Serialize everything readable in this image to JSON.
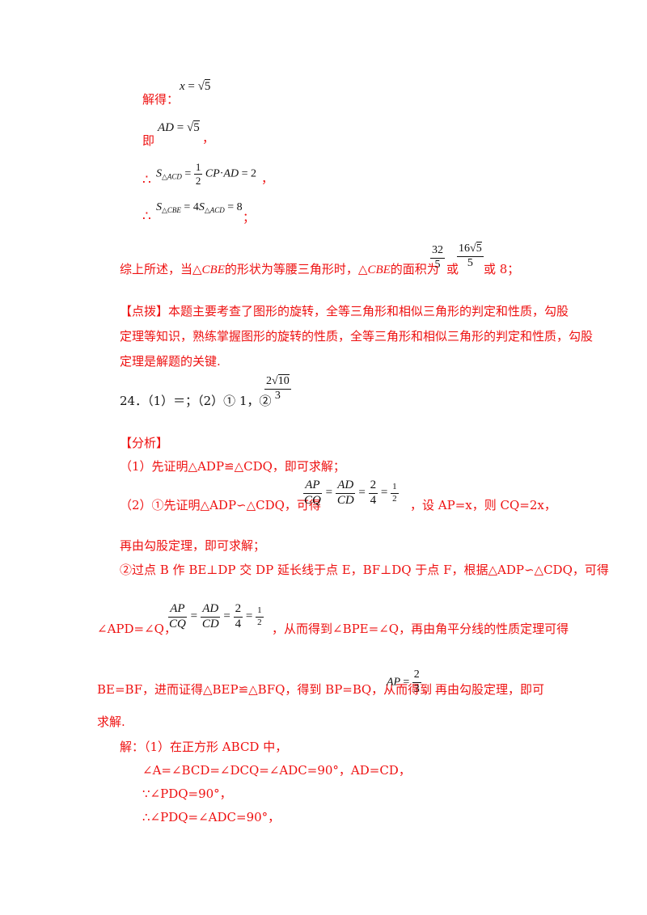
{
  "lines": {
    "l1_prefix": "解得：",
    "l1_math": "x = √5",
    "l2_prefix": "即",
    "l2_math": "AD = √5",
    "l2_suffix": "，",
    "l3_prefix": "∴",
    "l3_math": "S△ACD = 1/2 CP · AD = 2",
    "l3_suffix": "，",
    "l4_prefix": "∴",
    "l4_math": "S△CBE = 4S△ACD = 8",
    "l4_suffix": "；",
    "summary_a": "综上所述，当△",
    "summary_cbe1": "CBE",
    "summary_b": "的形状为等腰三角形时，△",
    "summary_cbe2": "CBE",
    "summary_c": "的面积为",
    "summary_f1": "32/5",
    "summary_or1": "或",
    "summary_f2": "16√5/5",
    "summary_or2": "或 8；"
  },
  "tip": {
    "line1": "【点拨】本题主要考查了图形的旋转，全等三角形和相似三角形的判定和性质，勾股",
    "line2": "定理等知识，熟练掌握图形的旋转的性质，全等三角形和相似三角形的判定和性质，勾股",
    "line3": "定理是解题的关键."
  },
  "q24": {
    "head": "24．（1）＝；（2）① 1，②",
    "answer": "2√10/3"
  },
  "analysis": {
    "title": "【分析】",
    "p1": "（1）先证明△ADP≌△CDQ，即可求解；",
    "p2a": "（2）①先证明△ADP∽△CDQ，可得",
    "p2_eq": "AP/CQ = AD/CD = 2/4 = 1/2",
    "p2b": "，设 AP=x，则 CQ=2x，",
    "p3": "再由勾股定理，即可求解；",
    "p4": "②过点 B 作 BE⊥DP 交 DP 延长线于点 E，BF⊥DQ 于点 F，根据△ADP∽△CDQ，可得",
    "p5a": "∠APD=∠Q，",
    "p5b": "，从而得到∠BPE=∠Q，再由角平分线的性质定理可得",
    "p6a": "BE=BF，进而证得△BEP≌△BFQ，得到 BP=BQ，从而得到",
    "p6_eq": "AP = 2/3",
    "p6b": "，再由勾股定理，即可",
    "p7": "求解."
  },
  "solution": {
    "s1": "解：（1）在正方形 ABCD 中，",
    "s2": "∠A=∠BCD=∠DCQ=∠ADC=90°，AD=CD，",
    "s3": "∵∠PDQ=90°，",
    "s4": "∴∠PDQ=∠ADC=90°，"
  }
}
